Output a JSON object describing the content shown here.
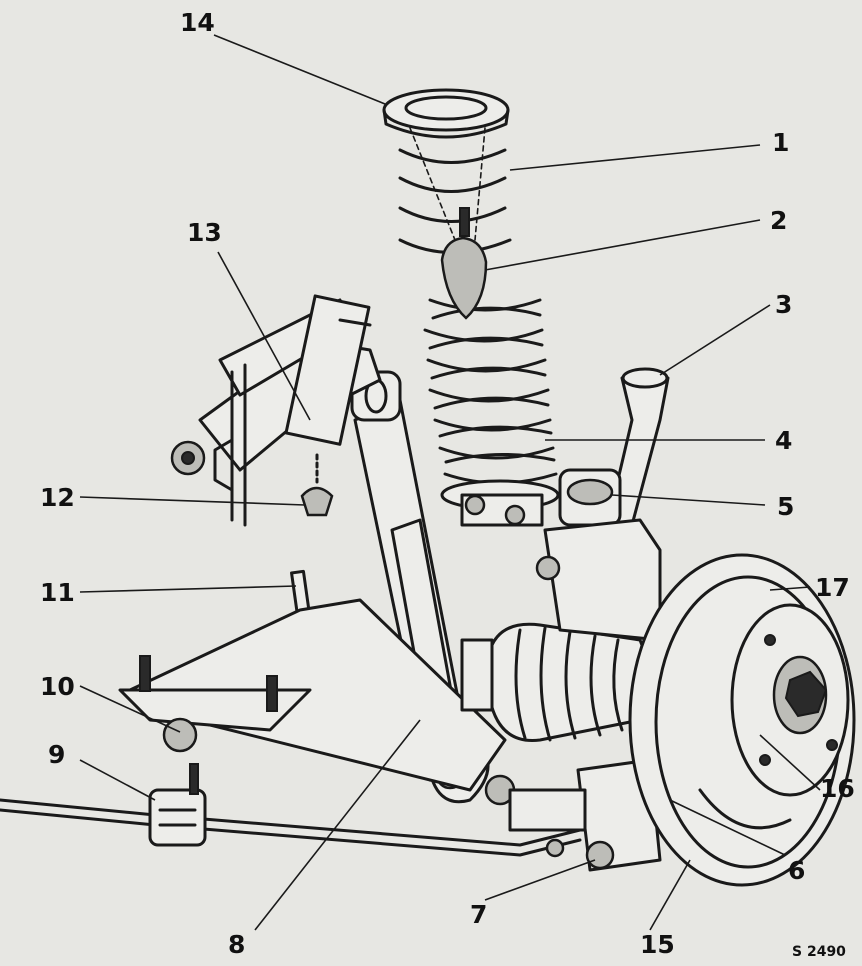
{
  "figure": {
    "reference": "S 2490",
    "callouts": [
      {
        "id": "14",
        "text": "14"
      },
      {
        "id": "1",
        "text": "1"
      },
      {
        "id": "2",
        "text": "2"
      },
      {
        "id": "13",
        "text": "13"
      },
      {
        "id": "3",
        "text": "3"
      },
      {
        "id": "4",
        "text": "4"
      },
      {
        "id": "12",
        "text": "12"
      },
      {
        "id": "5",
        "text": "5"
      },
      {
        "id": "11",
        "text": "11"
      },
      {
        "id": "17",
        "text": "17"
      },
      {
        "id": "10",
        "text": "10"
      },
      {
        "id": "9",
        "text": "9"
      },
      {
        "id": "16",
        "text": "16"
      },
      {
        "id": "6",
        "text": "6"
      },
      {
        "id": "7",
        "text": "7"
      },
      {
        "id": "8",
        "text": "8"
      },
      {
        "id": "15",
        "text": "15"
      }
    ]
  }
}
